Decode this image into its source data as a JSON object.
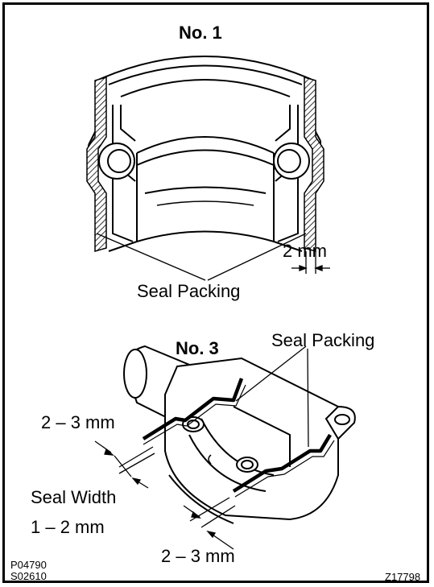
{
  "labels": {
    "part_no1": "No. 1",
    "part_no3": "No. 3",
    "seal_packing_1": "Seal Packing",
    "seal_packing_3": "Seal Packing",
    "dim_2mm": "2 mm",
    "dim_2_3mm_top": "2 – 3 mm",
    "dim_2_3mm_bottom": "2 – 3 mm",
    "seal_width_title": "Seal Width",
    "seal_width_value": "1 – 2 mm"
  },
  "codes": {
    "left_line1": "P04790",
    "left_line2": "S02610",
    "right": "Z17798"
  },
  "colors": {
    "ink": "#000000",
    "paper": "#ffffff",
    "hatch": "#000000"
  }
}
